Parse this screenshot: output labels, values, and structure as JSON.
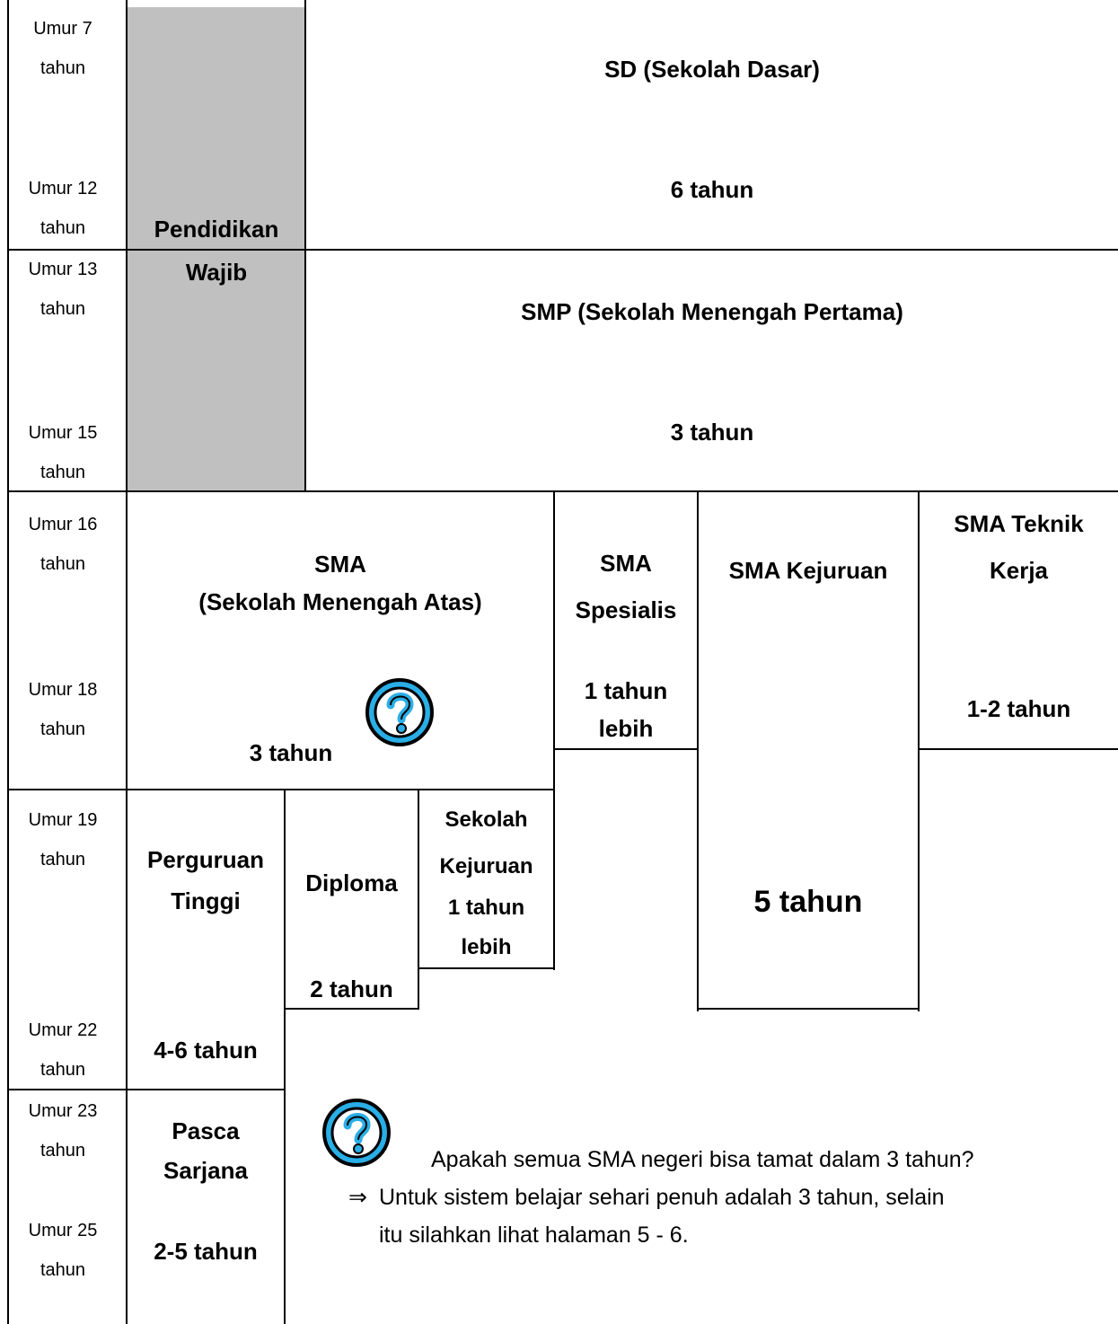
{
  "ages": [
    {
      "label": "Umur 7",
      "unit": "tahun"
    },
    {
      "label": "Umur 12",
      "unit": "tahun"
    },
    {
      "label": "Umur 13",
      "unit": "tahun"
    },
    {
      "label": "Umur 15",
      "unit": "tahun"
    },
    {
      "label": "Umur 16",
      "unit": "tahun"
    },
    {
      "label": "Umur 18",
      "unit": "tahun"
    },
    {
      "label": "Umur 19",
      "unit": "tahun"
    },
    {
      "label": "Umur 22",
      "unit": "tahun"
    },
    {
      "label": "Umur 23",
      "unit": "tahun"
    },
    {
      "label": "Umur 25",
      "unit": "tahun"
    }
  ],
  "wajib": {
    "line1": "Pendidikan",
    "line2": "Wajib",
    "color": "#c0c0c0"
  },
  "sd": {
    "title": "SD (Sekolah Dasar)",
    "duration": "6 tahun"
  },
  "smp": {
    "title": "SMP (Sekolah Menengah Pertama)",
    "duration": "3 tahun"
  },
  "sma": {
    "title": "SMA",
    "subtitle": "(Sekolah Menengah Atas)",
    "duration": "3 tahun"
  },
  "sma_spesialis": {
    "line1": "SMA",
    "line2": "Spesialis",
    "duration1": "1 tahun",
    "duration2": "lebih"
  },
  "sma_kejuruan": {
    "title": "SMA Kejuruan",
    "duration": "5 tahun"
  },
  "sma_teknik": {
    "line1": "SMA Teknik",
    "line2": "Kerja",
    "duration": "1-2 tahun"
  },
  "perguruan": {
    "line1": "Perguruan",
    "line2": "Tinggi",
    "duration": "4-6 tahun"
  },
  "diploma": {
    "title": "Diploma",
    "duration": "2 tahun"
  },
  "sekolah_kejuruan": {
    "line1": "Sekolah",
    "line2": "Kejuruan",
    "line3": "1 tahun",
    "line4": "lebih"
  },
  "pasca": {
    "line1": "Pasca",
    "line2": "Sarjana",
    "duration": "2-5 tahun"
  },
  "note": {
    "question": "Apakah semua SMA negeri bisa tamat dalam 3 tahun?",
    "arrow": "⇒",
    "answer1": "Untuk sistem belajar sehari penuh adalah 3 tahun, selain",
    "answer2": "itu silahkan lihat halaman 5 - 6."
  },
  "icons": {
    "question_mark": "question-icon",
    "icon_fill": "#29aee6"
  }
}
